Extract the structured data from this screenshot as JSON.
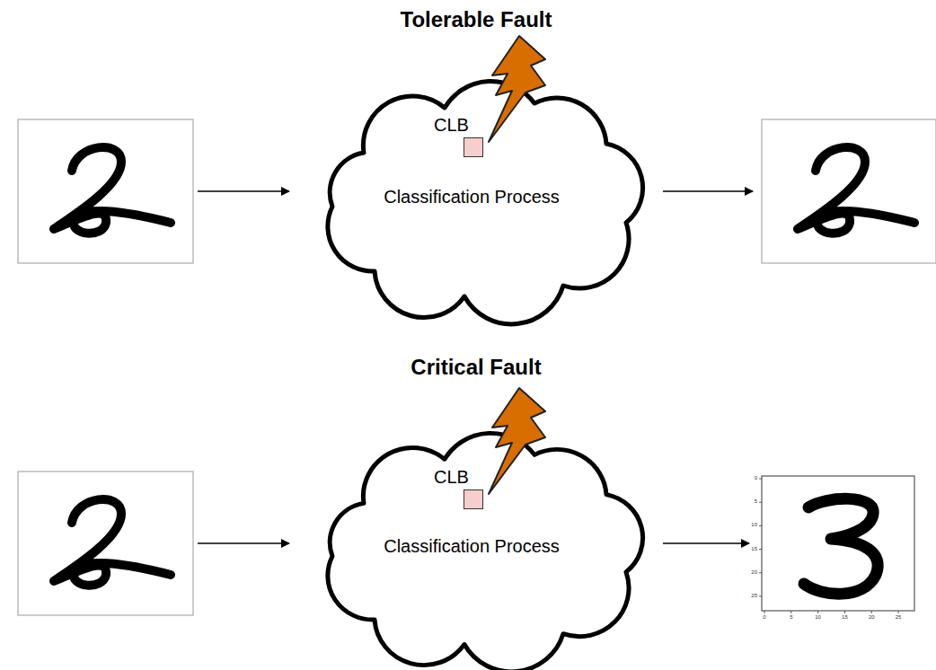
{
  "diagram": {
    "nodes": [
      {
        "text": [
          "Classification Process"
        ]
      },
      {
        "text": [
          "CLB"
        ],
        "in": 0
      },
      {
        "text": [
          "Classification Process"
        ]
      },
      {
        "text": [
          "CLB"
        ],
        "in": 2
      }
    ],
    "labels": [
      "Tolerable Fault",
      "Critical Fault",
      "0",
      "5",
      "10",
      "15",
      "20",
      "25",
      "0",
      "5",
      "10",
      "15",
      "20",
      "25"
    ]
  }
}
